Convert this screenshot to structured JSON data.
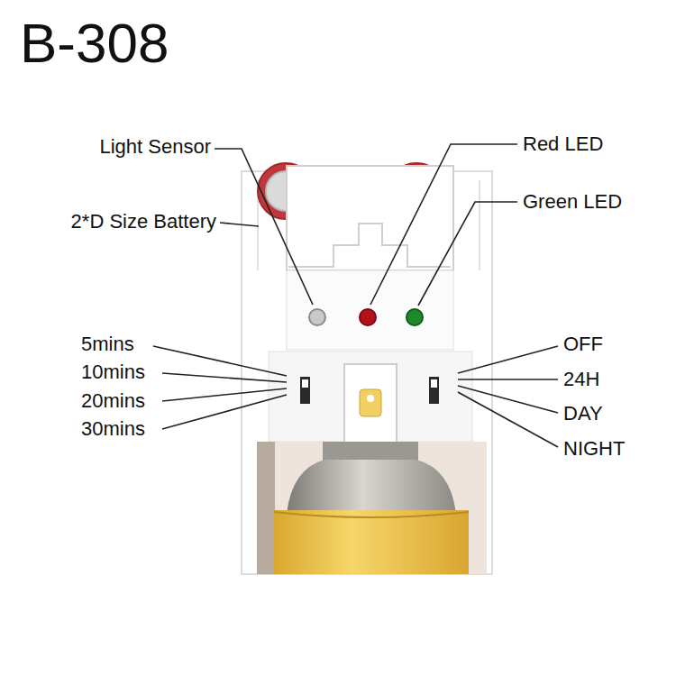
{
  "diagram": {
    "title": "B-308",
    "labels": [
      "Light Sensor",
      "Red LED",
      "2*D Size Battery",
      "Green LED",
      "5mins",
      "10mins",
      "20mins",
      "30mins",
      "OFF",
      "24H",
      "DAY",
      "NIGHT"
    ]
  }
}
